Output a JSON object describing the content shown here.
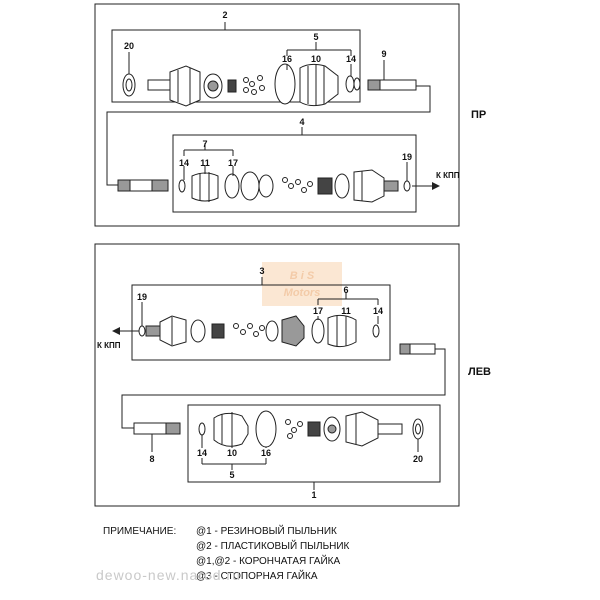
{
  "side_labels": {
    "right": "ПР",
    "left": "ЛЕВ"
  },
  "direction": {
    "right_top": "К КПП",
    "left_top": "К КПП"
  },
  "callouts": {
    "a2": "2",
    "a20": "20",
    "a5": "5",
    "a16": "16",
    "a10": "10",
    "a14": "14",
    "a9": "9",
    "a4": "4",
    "a7": "7",
    "b14": "14",
    "b11": "11",
    "b17": "17",
    "a19": "19",
    "a3": "3",
    "c19": "19",
    "a6": "6",
    "c17": "17",
    "c11": "11",
    "c14": "14",
    "a8": "8",
    "d14": "14",
    "d10": "10",
    "d16": "16",
    "d5": "5",
    "d20": "20",
    "a1": "1"
  },
  "notes": {
    "heading": "ПРИМЕЧАНИЕ:",
    "lines": [
      "@1 - РЕЗИНОВЫЙ ПЫЛЬНИК",
      "@2 - ПЛАСТИКОВЫЙ ПЫЛЬНИК",
      "@1,@2 - КОРОНЧАТАЯ ГАЙКА",
      "@3 - СТОПОРНАЯ ГАЙКА"
    ]
  },
  "watermark": {
    "site": "dewoo-new.narod.ru",
    "logo_line1": "B i S",
    "logo_line2": "Motors"
  },
  "colors": {
    "line": "#222222",
    "part_fill": "#ffffff",
    "dark": "#444444",
    "logo": "#f2c39a",
    "watermark": "#c9c9c9"
  }
}
